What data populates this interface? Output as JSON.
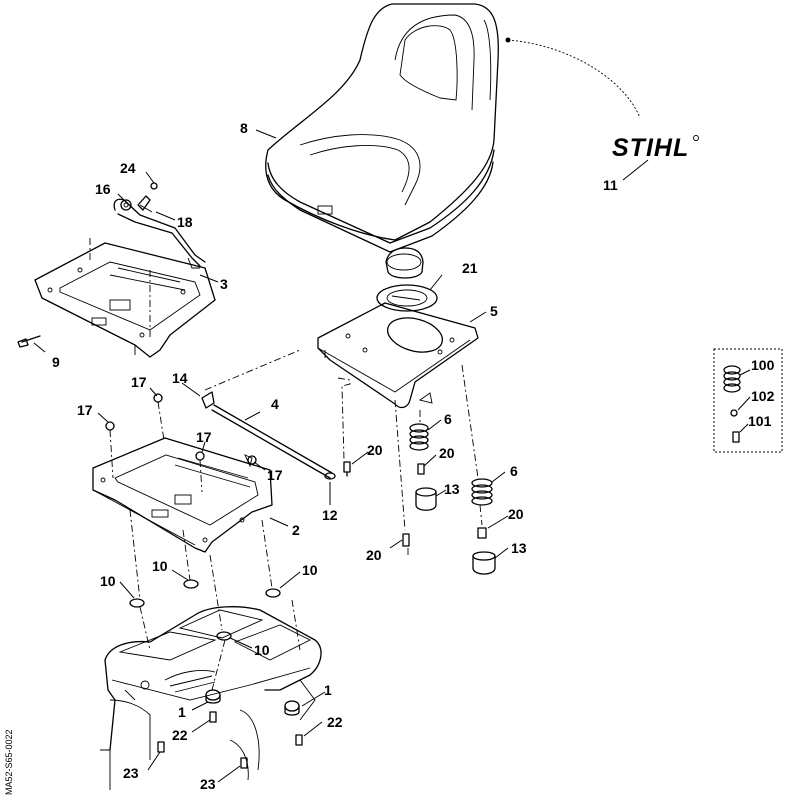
{
  "brand": "STIHL",
  "drawing_code": "MA52-S65-0022",
  "callouts": {
    "c1a": "1",
    "c1b": "1",
    "c2": "2",
    "c3": "3",
    "c4": "4",
    "c5": "5",
    "c6a": "6",
    "c6b": "6",
    "c8": "8",
    "c9": "9",
    "c10a": "10",
    "c10b": "10",
    "c10c": "10",
    "c10d": "10",
    "c11": "11",
    "c12": "12",
    "c13a": "13",
    "c13b": "13",
    "c14": "14",
    "c16": "16",
    "c17a": "17",
    "c17b": "17",
    "c17c": "17",
    "c17d": "17",
    "c18": "18",
    "c20a": "20",
    "c20b": "20",
    "c20c": "20",
    "c20d": "20",
    "c21": "21",
    "c22a": "22",
    "c22b": "22",
    "c23a": "23",
    "c23b": "23",
    "c24": "24",
    "c100": "100",
    "c101": "101",
    "c102": "102"
  }
}
